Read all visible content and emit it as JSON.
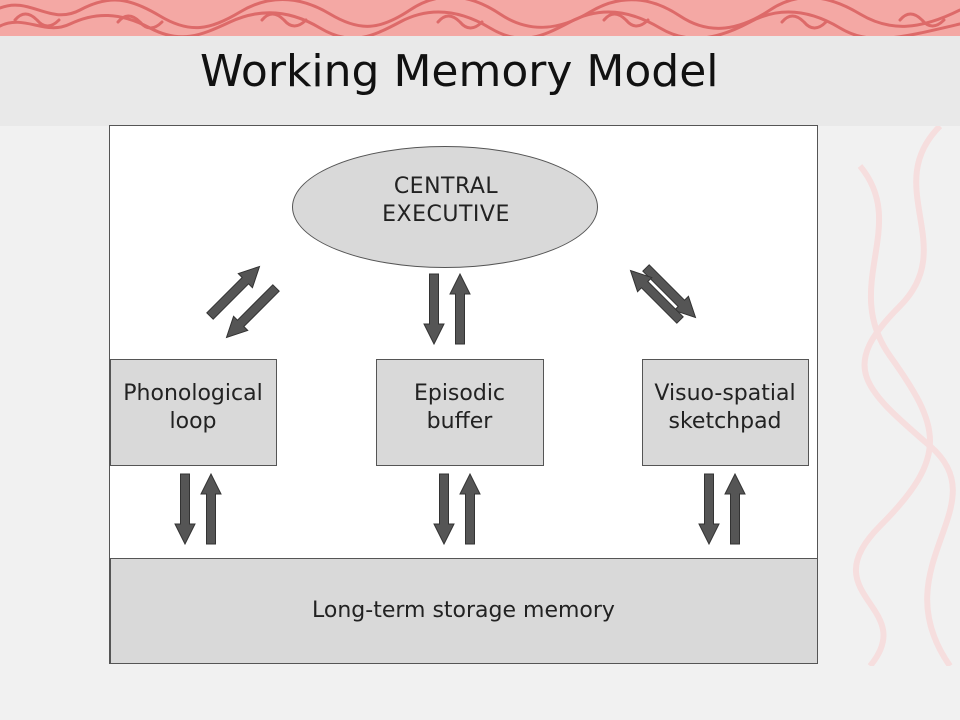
{
  "slide": {
    "title": "Working Memory Model"
  },
  "diagram": {
    "central_executive": {
      "line1": "CENTRAL",
      "line2": "EXECUTIVE"
    },
    "phonological_loop": {
      "line1": "Phonological",
      "line2": "loop"
    },
    "episodic_buffer": {
      "line1": "Episodic",
      "line2": "buffer"
    },
    "visuo_spatial_sketchpad": {
      "line1": "Visuo-spatial",
      "line2": "sketchpad"
    },
    "long_term_storage": {
      "label": "Long-term storage memory"
    }
  },
  "colors": {
    "banner": "#f4a8a4",
    "banner_swirl": "#d9605f",
    "component_fill": "#d9d9d9",
    "arrow_fill": "#555555"
  }
}
